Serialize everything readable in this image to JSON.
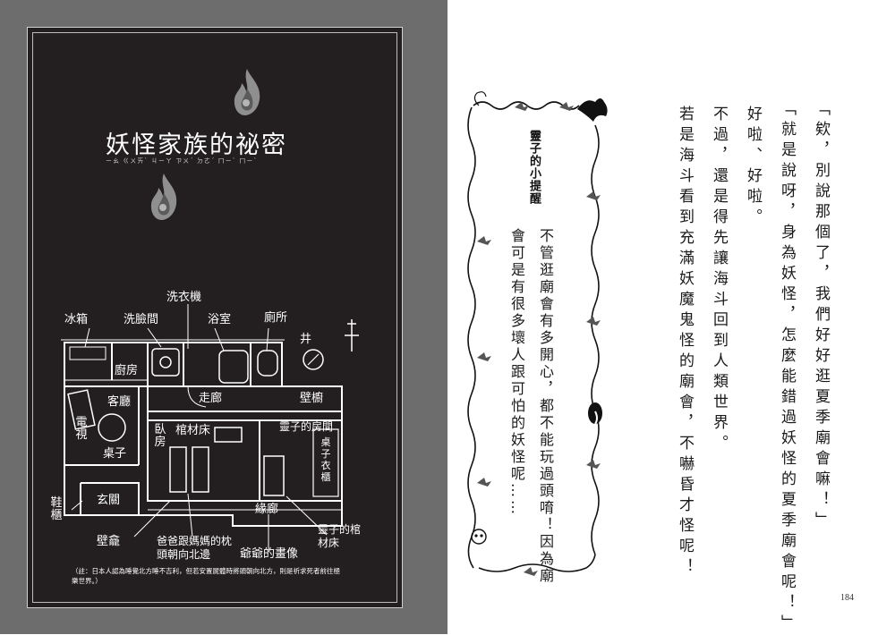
{
  "left_page": {
    "title": "妖怪家族的祕密",
    "title_ruby": "ㄧㄠ ㄍㄨㄞˋ ㄐㄧㄚ ㄗㄨˊ ㄉㄜˊ ㄇㄧˋ ㄇㄧˋ",
    "floor_plan": {
      "labels": {
        "fridge": "冰箱",
        "washroom": "洗臉間",
        "laundry": "洗衣機",
        "bathroom": "浴室",
        "toilet": "廁所",
        "well": "井",
        "kitchen": "廚房",
        "living_room": "客廳",
        "corridor": "走廊",
        "wardrobe": "壁櫥",
        "tv": "電視",
        "bedroom": "臥房",
        "coffin_bed": "棺材床",
        "ghost_room": "靈子的房間",
        "table": "桌子",
        "dresser": "桌子衣櫃",
        "shoe_cabinet": "鞋櫃",
        "entrance": "玄關",
        "veranda": "緣廊",
        "ghost_coffin": "靈子的棺材床",
        "shrine": "壁龕",
        "parents_pillow": "爸爸跟媽媽的枕頭朝向北邊",
        "grandpa_portrait": "爺爺的畫像"
      },
      "note": "（註：日本人認為睡覺北方睡不吉利，但若安置屍體時將頭朝向北方，則是祈求死者前往極樂世界。）"
    }
  },
  "right_page": {
    "paragraphs": [
      "「欸，別說那個了，我們好好逛夏季廟會嘛！」",
      "「就是說呀，身為妖怪，怎麼能錯過妖怪的夏季廟會呢！」",
      "好啦、好啦。",
      "不過，還是得先讓海斗回到人類世界。",
      "若是海斗看到充滿妖魔鬼怪的廟會，不嚇昏才怪呢！"
    ],
    "tip_box": {
      "title": "靈子的小提醒",
      "lines": [
        "不管逛廟會有多開心，都不能玩過頭唷！因為廟",
        "會可是有很多壞人跟可怕的妖怪呢……"
      ]
    },
    "page_number": "184"
  }
}
